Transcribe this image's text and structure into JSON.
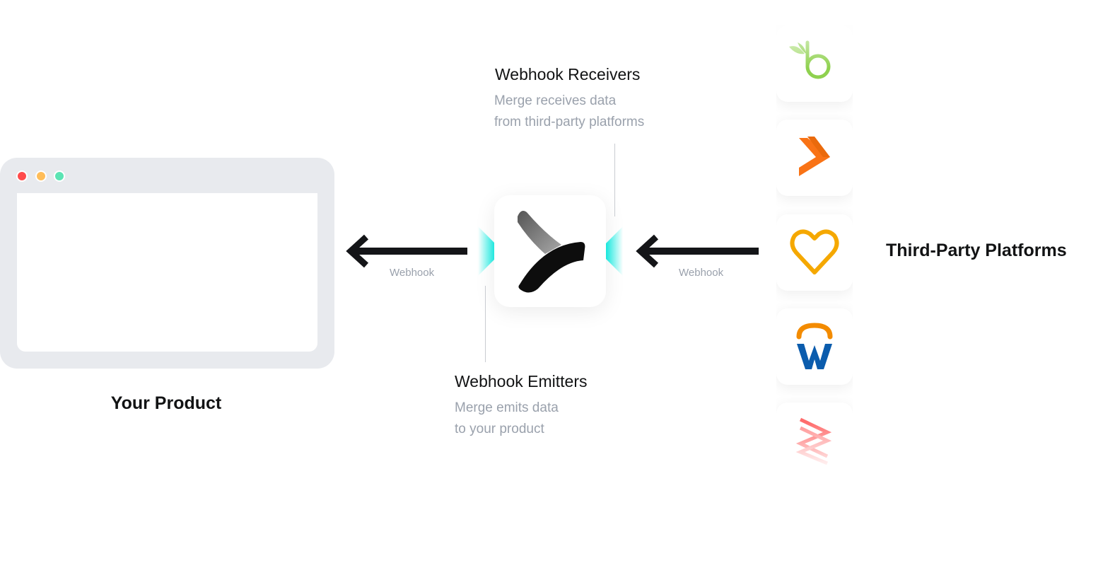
{
  "product": {
    "label": "Your Product",
    "window_dots": [
      "close",
      "minimize",
      "maximize"
    ],
    "dot_colors": {
      "close": "#ff4b4b",
      "minimize": "#ffbd59",
      "maximize": "#5ce4b4"
    }
  },
  "hub": {
    "name": "Merge",
    "icon": "merge-logo-icon",
    "accent_color": "#19f0e6"
  },
  "receivers": {
    "title": "Webhook Receivers",
    "description_lines": [
      "Merge receives data",
      "from third-party platforms"
    ]
  },
  "emitters": {
    "title": "Webhook Emitters",
    "description_lines": [
      "Merge emits data",
      "to your product"
    ]
  },
  "arrows": [
    {
      "from": "Merge",
      "to": "Your Product",
      "label": "Webhook"
    },
    {
      "from": "Third-Party Platforms",
      "to": "Merge",
      "label": "Webhook"
    }
  ],
  "third_party": {
    "label": "Third-Party Platforms",
    "platforms": [
      {
        "icon": "bamboohr-icon",
        "color": "#8fd14f"
      },
      {
        "icon": "personio-arrow-icon",
        "color": "#f97316"
      },
      {
        "icon": "heart-icon",
        "color": "#f5a800"
      },
      {
        "icon": "workday-icon",
        "color": "#0b5cad",
        "accent": "#f38b00"
      },
      {
        "icon": "zigzag-icon",
        "color": "#ff6b6b"
      }
    ]
  }
}
